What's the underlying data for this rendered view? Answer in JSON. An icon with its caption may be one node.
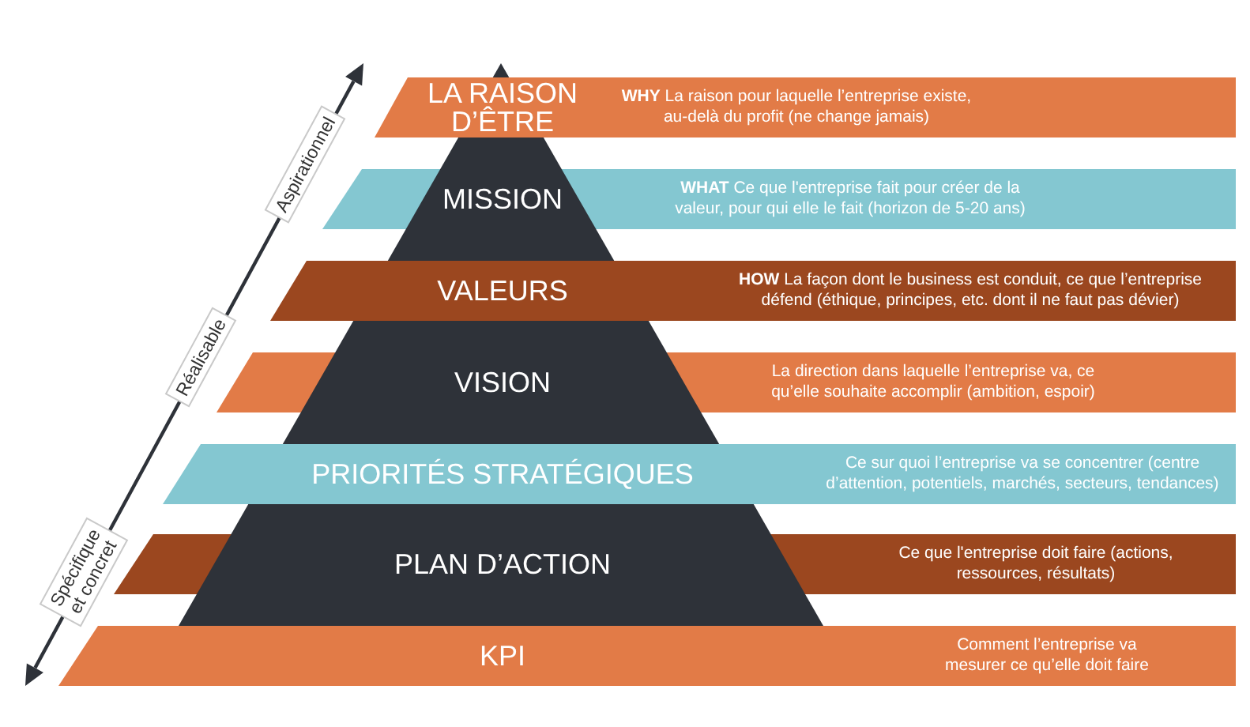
{
  "diagram": {
    "nodes": [
      {
        "text": [
          "LA RAISON D’ÊTRE",
          "**WHY** La raison pour laquelle l’entreprise existe, au-delà du profit (ne change jamais)"
        ]
      },
      {
        "text": [
          "MISSION",
          "**WHAT** Ce que l'entreprise fait pour créer de la valeur, pour qui elle le fait (horizon de 5-20 ans)"
        ]
      },
      {
        "text": [
          "VALEURS",
          "**HOW** La façon dont le business est conduit, ce que l’entreprise défend (éthique, principes, etc. dont il ne faut pas dévier)"
        ]
      },
      {
        "text": [
          "VISION",
          "La direction dans laquelle l’entreprise va, ce qu’elle souhaite accomplir (ambition, espoir)"
        ]
      },
      {
        "text": [
          "PRIORITÉS STRATÉGIQUES",
          "Ce sur quoi l’entreprise va se concentrer (centre d’attention, potentiels, marchés, secteurs, tendances)"
        ]
      },
      {
        "text": [
          "PLAN D’ACTION",
          "Ce que l'entreprise doit faire (actions, ressources, résultats)"
        ]
      },
      {
        "text": [
          "KPI",
          "Comment l’entreprise va mesurer ce qu’elle doit faire"
        ]
      }
    ],
    "labels": [
      "Aspirationnel",
      "Réalisable",
      "Spécifique et concret"
    ]
  }
}
